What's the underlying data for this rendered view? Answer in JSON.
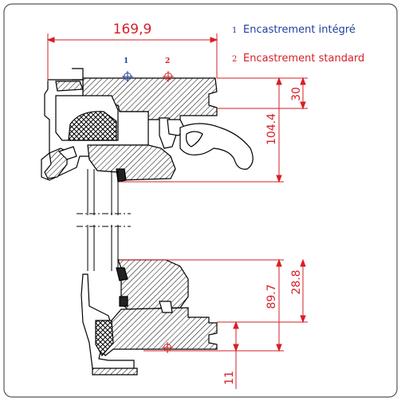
{
  "legend": {
    "item1": {
      "num": "1",
      "label": "Encastrement intégré",
      "color": "#1f3f9f"
    },
    "item2": {
      "num": "2",
      "label": "Encastrement standard",
      "color": "#d61f26"
    }
  },
  "markers": {
    "m1": "1",
    "m2": "2"
  },
  "dimensions": {
    "width_top": "169,9",
    "d30": "30",
    "d104": "104.4",
    "d89": "89.7",
    "d28": "28.8",
    "d11": "11"
  },
  "colors": {
    "dimension": "#d61f26",
    "drawing": "#000000",
    "frame": "#555555",
    "blue": "#1f3f9f"
  }
}
